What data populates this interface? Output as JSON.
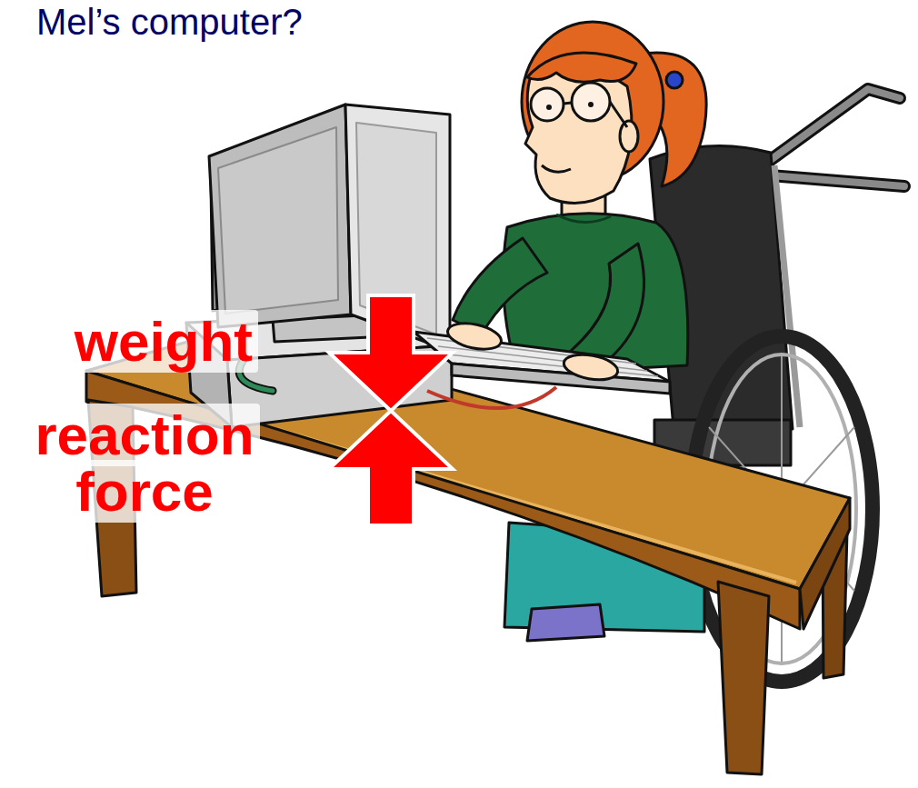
{
  "diagram": {
    "title": "Mel’s computer?",
    "labels": [
      "weight",
      "reaction force"
    ]
  }
}
